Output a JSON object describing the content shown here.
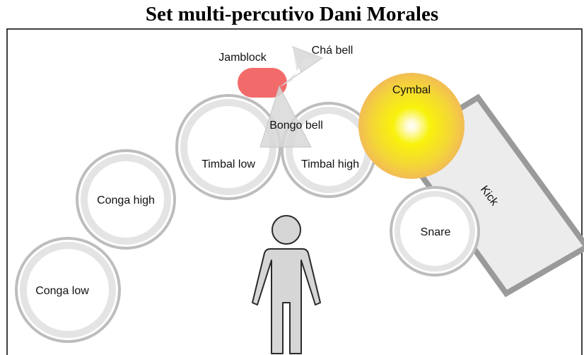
{
  "title": "Set multi-percutivo Dani Morales",
  "instruments": {
    "conga_low": "Conga low",
    "conga_high": "Conga high",
    "timbal_low": "Timbal low",
    "timbal_high": "Timbal high",
    "bongo_bell": "Bongo bell",
    "jamblock": "Jamblock",
    "cha_bell": "Chá bell",
    "cymbal": "Cymbal",
    "kick": "Kick",
    "snare": "Snare"
  },
  "colors": {
    "drum_rim": "#b8b8b8",
    "drum_head": "#ffffff",
    "jamblock": "#f26b6b",
    "bell": "#dadada",
    "cymbal_center": "#ffffff",
    "cymbal_mid": "#f7f21a",
    "cymbal_edge": "#f2b84a",
    "kick_fill": "#ececec",
    "kick_border": "#9a9a9a",
    "performer": "#d6d6d6"
  }
}
